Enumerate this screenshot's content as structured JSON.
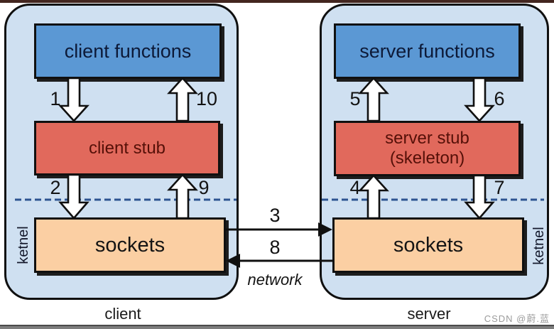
{
  "watermark": "CSDN @蔚.蓝",
  "client": {
    "caption": "client",
    "kernel_label": "ketnel",
    "functions_box": "client functions",
    "stub_box": "client stub",
    "sockets_box": "sockets"
  },
  "server": {
    "caption": "server",
    "kernel_label": "ketnel",
    "functions_box": "server functions",
    "stub_box_line1": "server stub",
    "stub_box_line2": "(skeleton)",
    "sockets_box": "sockets"
  },
  "network_label": "network",
  "steps": {
    "s1": "1",
    "s2": "2",
    "s3": "3",
    "s4": "4",
    "s5": "5",
    "s6": "6",
    "s7": "7",
    "s8": "8",
    "s9": "9",
    "s10": "10"
  },
  "colors": {
    "panel_fill": "#cfe0f1",
    "functions_box_fill": "#5b98d4",
    "stub_box_fill": "#e1695c",
    "sockets_box_fill": "#fbcfa3",
    "dashed_line": "#2d5491",
    "functions_text": "#0d1a38",
    "stub_text": "#551008",
    "top_strip": "#43261f",
    "bottom_strip": "#7d7d7d",
    "watermark_text": "#9b9b9b"
  }
}
